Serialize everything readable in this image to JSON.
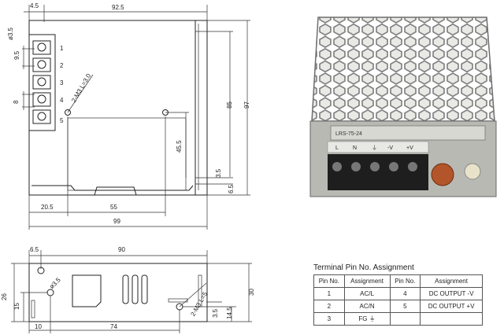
{
  "top_view_dims": {
    "top_offset": "4.5",
    "top_width": "92.5",
    "hole_dia": "ø3.5",
    "pitch_a": "9.5",
    "pitch_b": "8",
    "screw_label": "2-M3 L=3.0",
    "height_inner": "85",
    "height_outer": "97",
    "mid_height": "45.5",
    "small_a": "3.5",
    "small_b": "6.5",
    "bottom_left": "20.5",
    "bottom_mid": "55",
    "overall_width": "99"
  },
  "terminal_numbers": [
    "1",
    "2",
    "3",
    "4",
    "5"
  ],
  "photo_labels": {
    "model": "LRS-75-24",
    "terminals": [
      "L",
      "N",
      "⏚",
      "-V",
      "+V"
    ]
  },
  "side_view_dims": {
    "top_offset": "6.5",
    "top_width": "90",
    "hole_dia": "ø3.5",
    "left_height": "26",
    "left_inner": "15",
    "screw_label": "2-M3 L=5",
    "small_a": "3.5",
    "small_b": "14.5",
    "right_height": "30",
    "bottom_left": "10",
    "bottom_mid": "74"
  },
  "terminal_table": {
    "title": "Terminal Pin No.  Assignment",
    "headers": [
      "Pin No.",
      "Assignment",
      "Pin No.",
      "Assignment"
    ],
    "rows": [
      [
        "1",
        "AC/L",
        "4",
        "DC OUTPUT -V"
      ],
      [
        "2",
        "AC/N",
        "5",
        "DC OUTPUT +V"
      ],
      [
        "3",
        "FG ⏚",
        "",
        ""
      ]
    ]
  }
}
